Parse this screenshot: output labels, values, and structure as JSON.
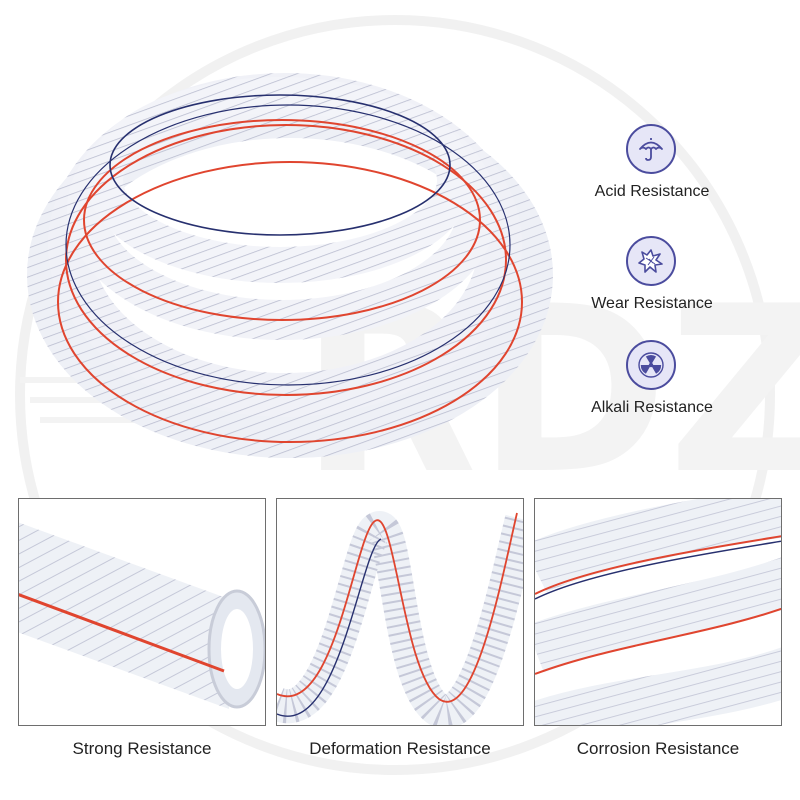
{
  "features": [
    {
      "label": "Acid Resistance",
      "icon": "umbrella-icon"
    },
    {
      "label": "Wear Resistance",
      "icon": "wear-splash-icon"
    },
    {
      "label": "Alkali Resistance",
      "icon": "radiation-icon"
    }
  ],
  "panels": [
    {
      "caption": "Strong Resistance"
    },
    {
      "caption": "Deformation Resistance"
    },
    {
      "caption": "Corrosion Resistance"
    }
  ],
  "colors": {
    "accent": "#4b4c9e",
    "icon_fill": "#e6e6f7",
    "hose_red_line": "#e0452f",
    "hose_blue_line": "#27306f",
    "panel_border": "#6e6e6e"
  }
}
